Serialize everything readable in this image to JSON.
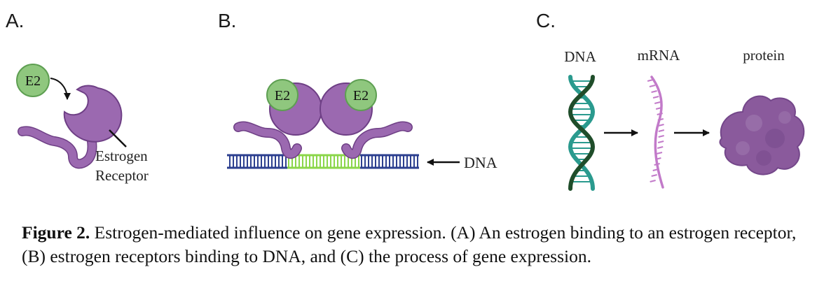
{
  "panels": {
    "a": {
      "label": "A.",
      "ligand_label": "E2",
      "receptor_label_line1": "Estrogen",
      "receptor_label_line2": "Receptor"
    },
    "b": {
      "label": "B.",
      "ligand_label_left": "E2",
      "ligand_label_right": "E2",
      "dna_label": "DNA"
    },
    "c": {
      "label": "C.",
      "step1": "DNA",
      "step2": "mRNA",
      "step3": "protein"
    }
  },
  "caption": {
    "figure_label": "Figure 2.",
    "text": " Estrogen-mediated influence on gene expression. (A) An estrogen binding to an estrogen receptor, (B) estrogen receptors binding to DNA, and (C) the process of gene expression."
  },
  "colors": {
    "ligand_fill": "#8fc77e",
    "ligand_stroke": "#5e9f52",
    "receptor_fill": "#9b69b0",
    "receptor_stroke": "#6e3f85",
    "dna_backbone": "#2c3f8f",
    "dna_highlight": "#8bd64a",
    "helix_dark": "#1f4d2a",
    "helix_teal": "#2a9a8e",
    "mrna": "#c27ac9",
    "protein": "#8a5a9c"
  }
}
